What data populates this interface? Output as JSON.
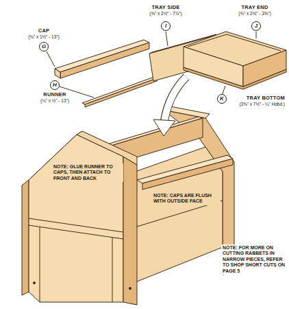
{
  "diagram": {
    "nodes": [
      {
        "text": [
          "I"
        ]
      },
      {
        "text": [
          "J"
        ]
      },
      {
        "text": [
          "G"
        ]
      },
      {
        "text": [
          "H"
        ]
      },
      {
        "text": [
          "K"
        ]
      }
    ],
    "labels": [
      "TRAY SIDE",
      "(⅜\" x 2½\" - 7⅞\")",
      "TRAY END",
      "(⅜\" x 2½\" - 3⅝\")",
      "CAP",
      "(¾\" x 1½\" - 13\")",
      "RUNNER",
      "(¼\" x ½\" - 13\")",
      "TRAY BOTTOM",
      "(3⅝\" x 7½\" - ¼\" Hdbd.)",
      "NOTE: GLUE RUNNER TO CAPS, THEN ATTACH TO FRONT AND BACK",
      "NOTE: CAPS ARE FLUSH WITH OUTSIDE FACE",
      "NOTE: FOR MORE ON CUTTING RABBETS IN NARROW PIECES, REFER TO SHOP SHORT CUTS ON PAGE 5"
    ]
  }
}
